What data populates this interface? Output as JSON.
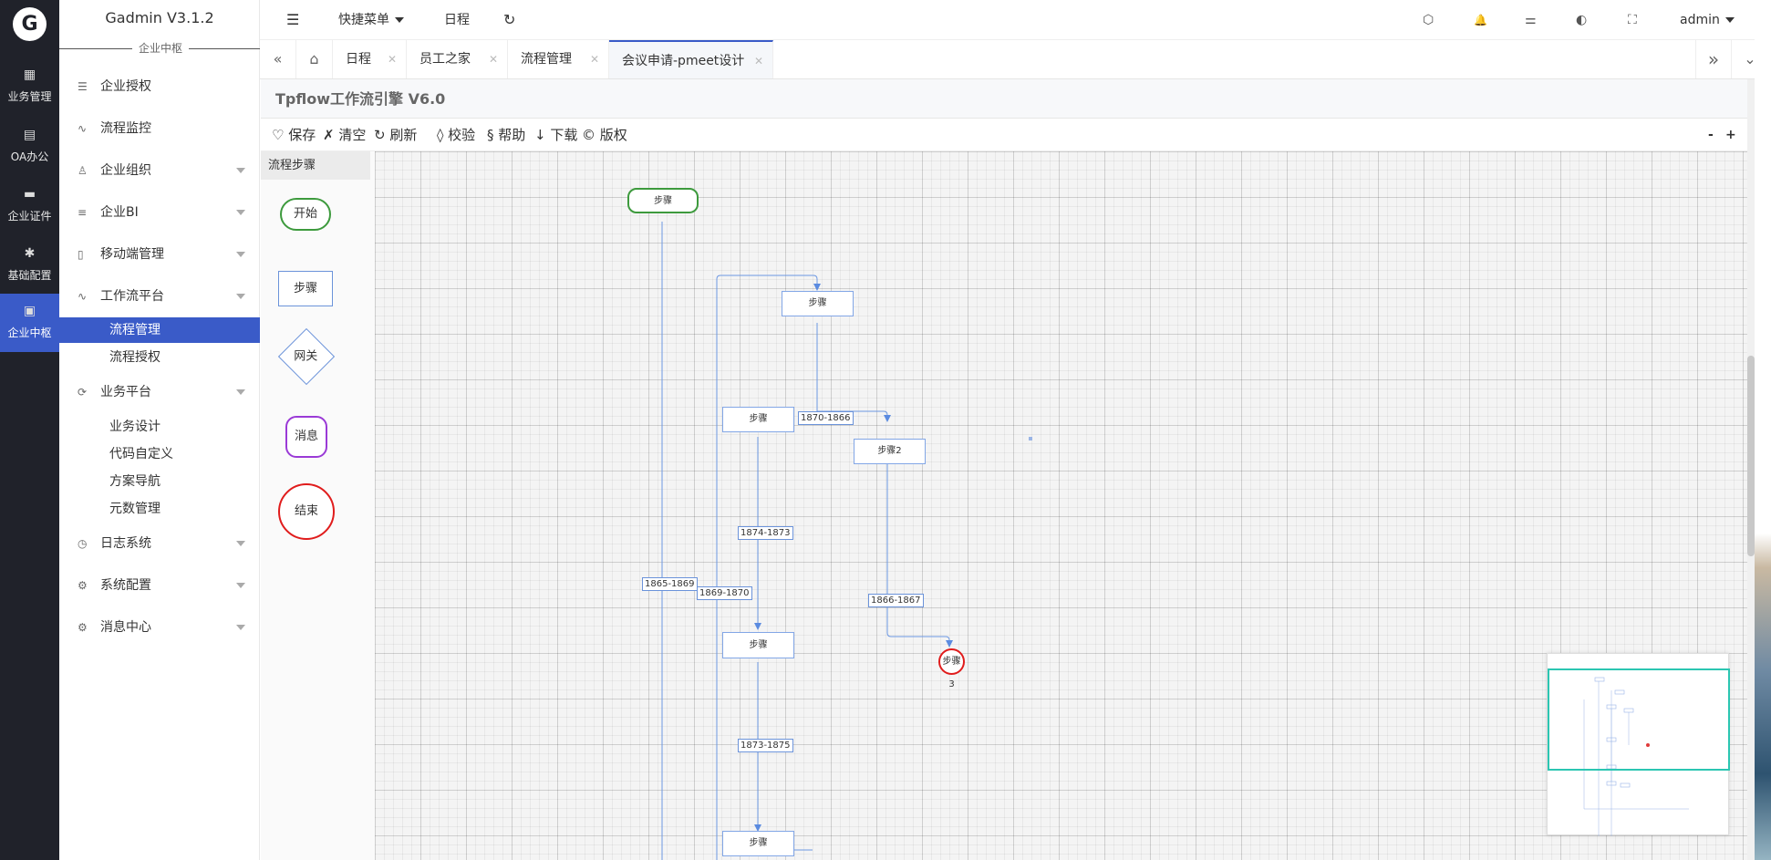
{
  "app": {
    "logo_glyph": "G",
    "title": "Gadmin V3.1.2",
    "section": "企业中枢",
    "accent": "#3a5bc8"
  },
  "rail": [
    {
      "icon": "grid-icon",
      "glyph": "▦",
      "label": "业务管理"
    },
    {
      "icon": "document-icon",
      "glyph": "▤",
      "label": "OA办公"
    },
    {
      "icon": "monitor-icon",
      "glyph": "▬",
      "label": "企业证件"
    },
    {
      "icon": "gear-icon",
      "glyph": "✱",
      "label": "基础配置"
    },
    {
      "icon": "apps-icon",
      "glyph": "▣",
      "label": "企业中枢"
    }
  ],
  "menu": {
    "items": [
      {
        "icon": "sliders-icon",
        "glyph": "☰",
        "label": "企业授权"
      },
      {
        "icon": "pulse-icon",
        "glyph": "∿",
        "label": "流程监控"
      },
      {
        "icon": "user-icon",
        "glyph": "♙",
        "label": "企业组织"
      },
      {
        "icon": "list-icon",
        "glyph": "≡",
        "label": "企业BI"
      },
      {
        "icon": "mobile-icon",
        "glyph": "▯",
        "label": "移动端管理"
      },
      {
        "icon": "pulse-icon",
        "glyph": "∿",
        "label": "工作流平台"
      },
      {
        "icon": "refresh-icon",
        "glyph": "⟳",
        "label": "业务平台"
      },
      {
        "icon": "clock-icon",
        "glyph": "◷",
        "label": "日志系统"
      },
      {
        "icon": "gear-icon",
        "glyph": "⚙",
        "label": "系统配置"
      },
      {
        "icon": "gear-icon",
        "glyph": "⚙",
        "label": "消息中心"
      }
    ],
    "workflow_sub": [
      "流程管理",
      "流程授权"
    ],
    "business_sub": [
      "业务设计",
      "代码自定义",
      "方案导航",
      "元数管理"
    ]
  },
  "topbar": {
    "quick_menu": "快捷菜单",
    "schedule": "日程",
    "user": "admin",
    "icons": [
      {
        "name": "menu-toggle-icon",
        "glyph": "☰"
      },
      {
        "name": "refresh-icon",
        "glyph": "↻"
      },
      {
        "name": "cube-icon",
        "glyph": "⬡"
      },
      {
        "name": "bell-icon",
        "glyph": "🔔"
      },
      {
        "name": "sliders-icon",
        "glyph": "⚌"
      },
      {
        "name": "palette-icon",
        "glyph": "◐"
      },
      {
        "name": "fullscreen-icon",
        "glyph": "⛶"
      }
    ]
  },
  "tabs": {
    "prev_glyph": "«",
    "home_glyph": "⌂",
    "next_glyph": "»",
    "more_glyph": "⌄",
    "close_glyph": "✕",
    "items": [
      "日程",
      "员工之家",
      "流程管理",
      "会议申请-pmeet设计"
    ]
  },
  "designer": {
    "title": "Tpflow工作流引擎 V6.0",
    "tools": [
      {
        "icon": "heart-icon",
        "label": "♡ 保存"
      },
      {
        "icon": "clear-icon",
        "label": "✗ 清空"
      },
      {
        "icon": "refresh-icon",
        "label": "↻ 刷新"
      },
      {
        "icon": "diamond-icon",
        "label": "◊ 校验"
      },
      {
        "icon": "section-icon",
        "label": "§ 帮助"
      },
      {
        "icon": "arrow-down-icon",
        "label": "↓ 下载"
      },
      {
        "icon": "copyright-icon",
        "label": "© 版权"
      }
    ],
    "zoom_out": "-",
    "zoom_in": "+",
    "palette_title": "流程步骤",
    "palette": [
      "开始",
      "步骤",
      "网关",
      "消息",
      "结束"
    ]
  },
  "flow": {
    "nodes": [
      "步骤",
      "步骤",
      "步骤",
      "步骤2",
      "步骤",
      "步骤3",
      "步骤"
    ],
    "edges": [
      "1870-1866",
      "1874-1873",
      "1865-1869",
      "1869-1870",
      "1866-1867",
      "1873-1875"
    ]
  }
}
